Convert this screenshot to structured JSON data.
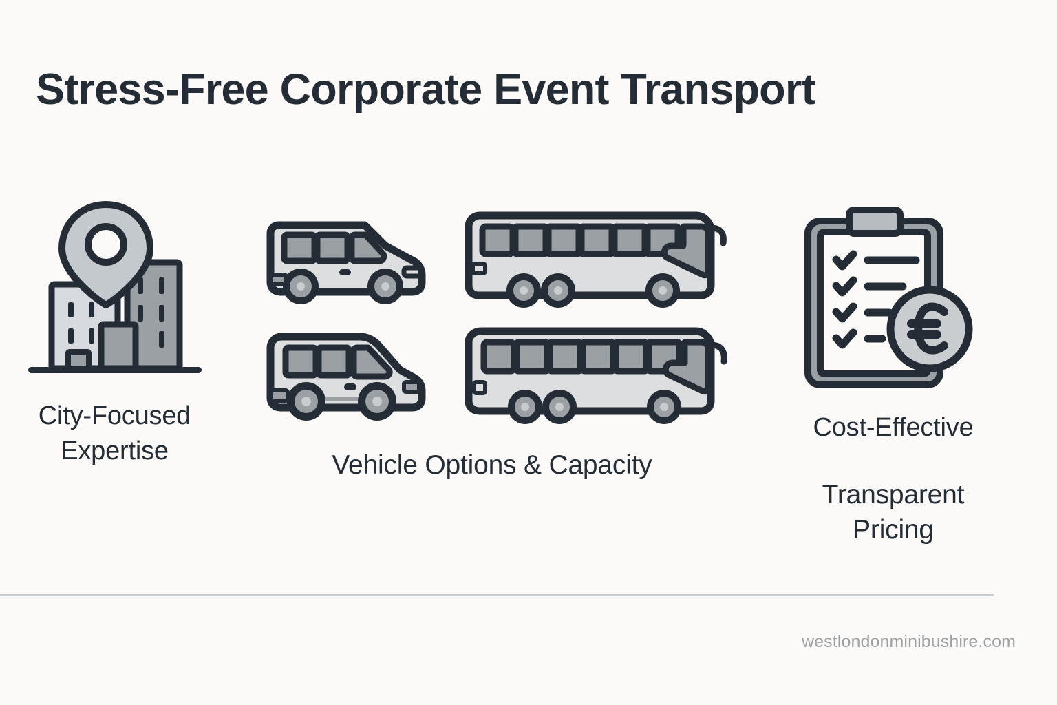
{
  "page": {
    "background_color": "#fbfaf9",
    "text_color": "#242c35",
    "muted_text_color": "#9ea1a4",
    "divider_color": "#c9cbcc",
    "outline_color": "#242c35",
    "fill_light": "#dddfe1",
    "fill_mid": "#9ea3a6",
    "fill_dark": "#8f9599"
  },
  "title": "Stress-Free Corporate Event Transport",
  "columns": [
    {
      "id": "city-focused-expertise",
      "icon": "city-location-pin-icon",
      "label_line1": "City-Focused",
      "label_line2": "Expertise"
    },
    {
      "id": "vehicle-options-capacity",
      "icons": [
        "minivan-icon",
        "coach-bus-icon",
        "minivan-icon",
        "coach-bus-icon"
      ],
      "label": "Vehicle Options & Capacity"
    },
    {
      "id": "cost-effective-transparent-pricing",
      "icon": "clipboard-euro-icon",
      "label_line1": "Cost-Effective",
      "label_line2": "Transparent",
      "label_line3": "Pricing"
    }
  ],
  "footer": {
    "url": "westlondonminibushire.com"
  }
}
